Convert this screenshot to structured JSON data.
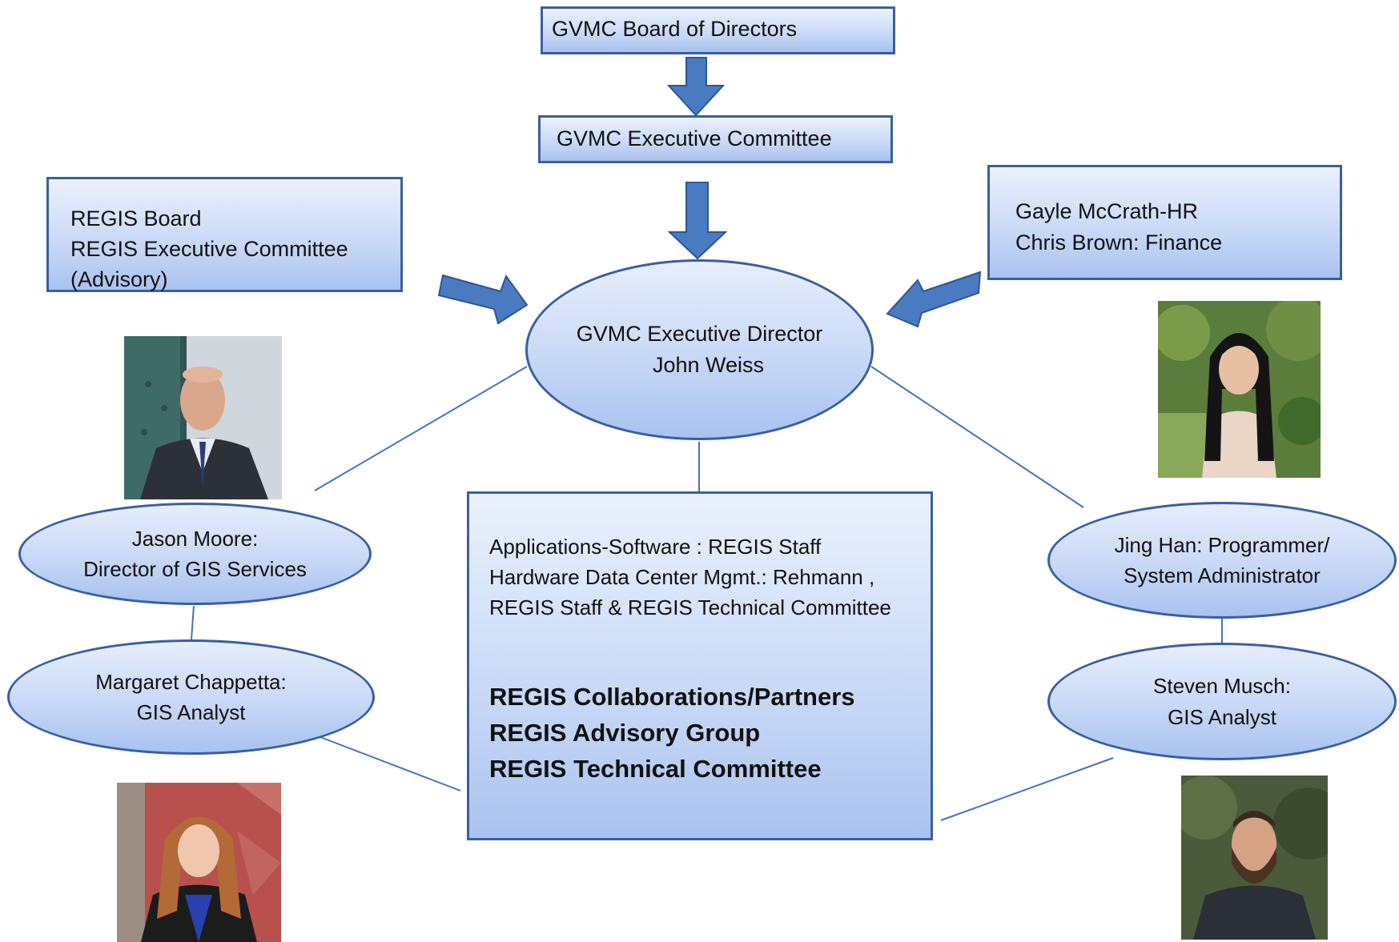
{
  "board_of_directors": {
    "label": "GVMC Board of Directors"
  },
  "executive_committee": {
    "label": "GVMC Executive Committee"
  },
  "regis_board_box": {
    "lines": [
      "REGIS Board",
      "REGIS Executive Committee",
      "(Advisory)"
    ]
  },
  "hr_finance_box": {
    "lines": [
      "Gayle McCrath-HR",
      "Chris Brown: Finance"
    ]
  },
  "executive_director": {
    "lines": [
      "GVMC Executive Director",
      "John Weiss"
    ]
  },
  "jason": {
    "lines": [
      "Jason Moore:",
      "Director of  GIS Services"
    ]
  },
  "margaret": {
    "lines": [
      "Margaret Chappetta:",
      "GIS Analyst"
    ]
  },
  "jing": {
    "lines": [
      "Jing Han: Programmer/",
      "System Administrator"
    ]
  },
  "steven": {
    "lines": [
      "Steven Musch:",
      "GIS Analyst"
    ]
  },
  "center_box": {
    "lines": [
      "Applications-Software : REGIS Staff",
      "Hardware Data Center Mgmt.: Rehmann ,",
      "REGIS Staff & REGIS Technical Committee"
    ],
    "bold_lines": [
      "REGIS Collaborations/Partners",
      "REGIS Advisory Group",
      "REGIS Technical Committee"
    ]
  },
  "colors": {
    "box_border": "#3a5fa0",
    "arrow_fill": "#4a7bc0",
    "connector": "#4a72b8"
  },
  "photos": [
    "jason-moore-photo",
    "jing-han-photo",
    "margaret-chappetta-photo",
    "steven-musch-photo"
  ]
}
